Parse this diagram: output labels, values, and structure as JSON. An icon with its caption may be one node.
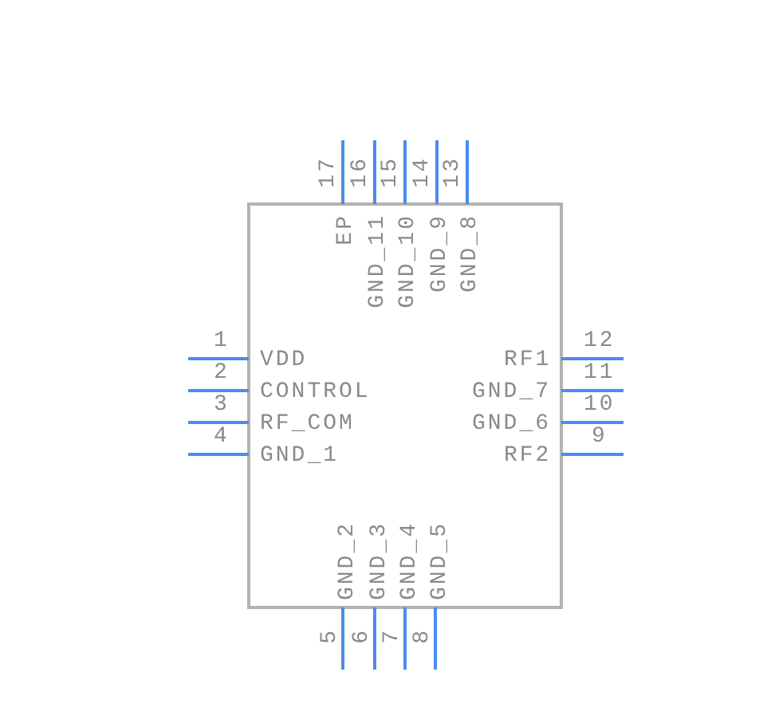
{
  "diagram": {
    "labels": [
      "17",
      "16",
      "15",
      "14",
      "13",
      "EP",
      "GND_11",
      "GND_10",
      "GND_9",
      "GND_8",
      "1",
      "VDD",
      "RF1",
      "12",
      "2",
      "CONTROL",
      "GND_7",
      "11",
      "3",
      "RF_COM",
      "GND_6",
      "10",
      "4",
      "GND_1",
      "RF2",
      "9",
      "GND_2",
      "GND_3",
      "GND_4",
      "GND_5",
      "5",
      "6",
      "7",
      "8"
    ]
  }
}
